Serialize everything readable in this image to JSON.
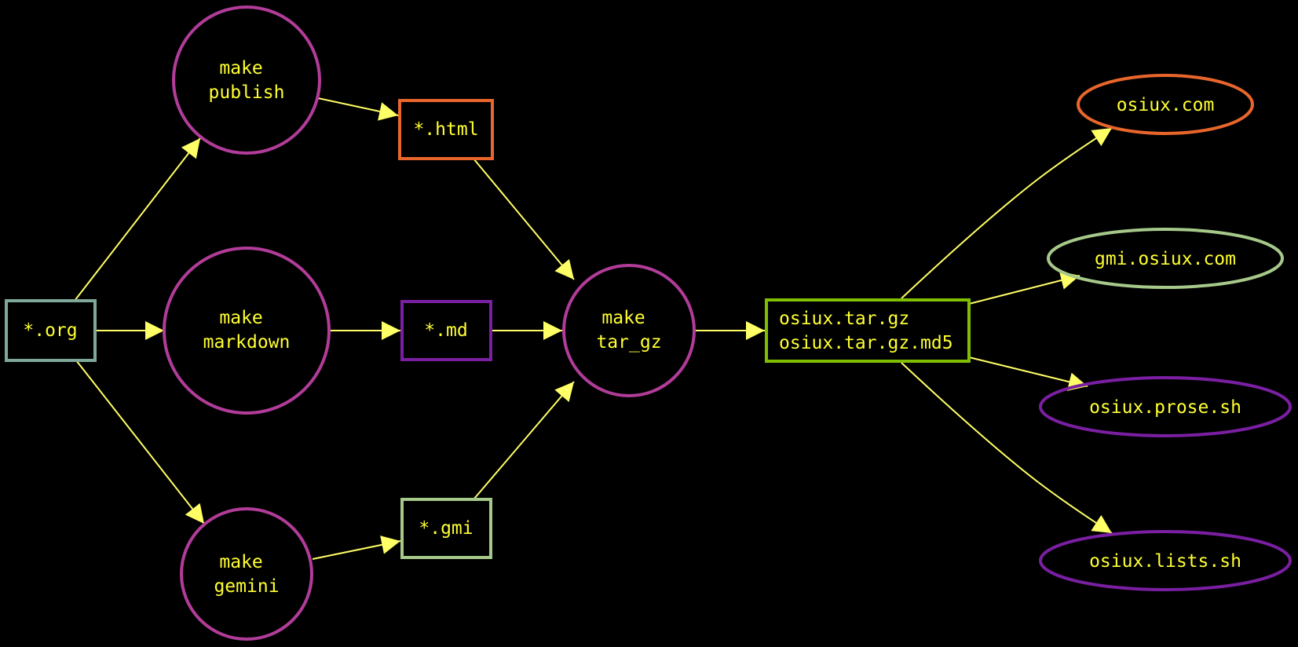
{
  "colors": {
    "background": "#000000",
    "text": "#ffff33",
    "edge": "#ffff66",
    "org": "#7fa89a",
    "process": "#b23c99",
    "html": "#e8662c",
    "md": "#7a1fa2",
    "gmi": "#a6c98a",
    "archive": "#7fbf00",
    "site_com": "#e8662c",
    "site_gmi": "#a6c98a",
    "site_prose": "#7a1fa2",
    "site_lists": "#7a1fa2"
  },
  "nodes": {
    "org": {
      "lines": [
        "*.org"
      ]
    },
    "publish": {
      "lines": [
        "make",
        "publish"
      ]
    },
    "markdown": {
      "lines": [
        "make",
        "markdown"
      ]
    },
    "gemini": {
      "lines": [
        "make",
        "gemini"
      ]
    },
    "html": {
      "lines": [
        "*.html"
      ]
    },
    "md": {
      "lines": [
        "*.md"
      ]
    },
    "gmi": {
      "lines": [
        "*.gmi"
      ]
    },
    "tar_gz": {
      "lines": [
        "make",
        "tar_gz"
      ]
    },
    "archive": {
      "lines": [
        "osiux.tar.gz",
        "osiux.tar.gz.md5"
      ]
    },
    "osiux_com": {
      "lines": [
        "osiux.com"
      ]
    },
    "gmi_osiux_com": {
      "lines": [
        "gmi.osiux.com"
      ]
    },
    "osiux_prose_sh": {
      "lines": [
        "osiux.prose.sh"
      ]
    },
    "osiux_lists_sh": {
      "lines": [
        "osiux.lists.sh"
      ]
    }
  },
  "edges": [
    [
      "org",
      "publish"
    ],
    [
      "org",
      "markdown"
    ],
    [
      "org",
      "gemini"
    ],
    [
      "publish",
      "html"
    ],
    [
      "markdown",
      "md"
    ],
    [
      "gemini",
      "gmi"
    ],
    [
      "html",
      "tar_gz"
    ],
    [
      "md",
      "tar_gz"
    ],
    [
      "gmi",
      "tar_gz"
    ],
    [
      "tar_gz",
      "archive"
    ],
    [
      "archive",
      "osiux_com"
    ],
    [
      "archive",
      "gmi_osiux_com"
    ],
    [
      "archive",
      "osiux_prose_sh"
    ],
    [
      "archive",
      "osiux_lists_sh"
    ]
  ]
}
